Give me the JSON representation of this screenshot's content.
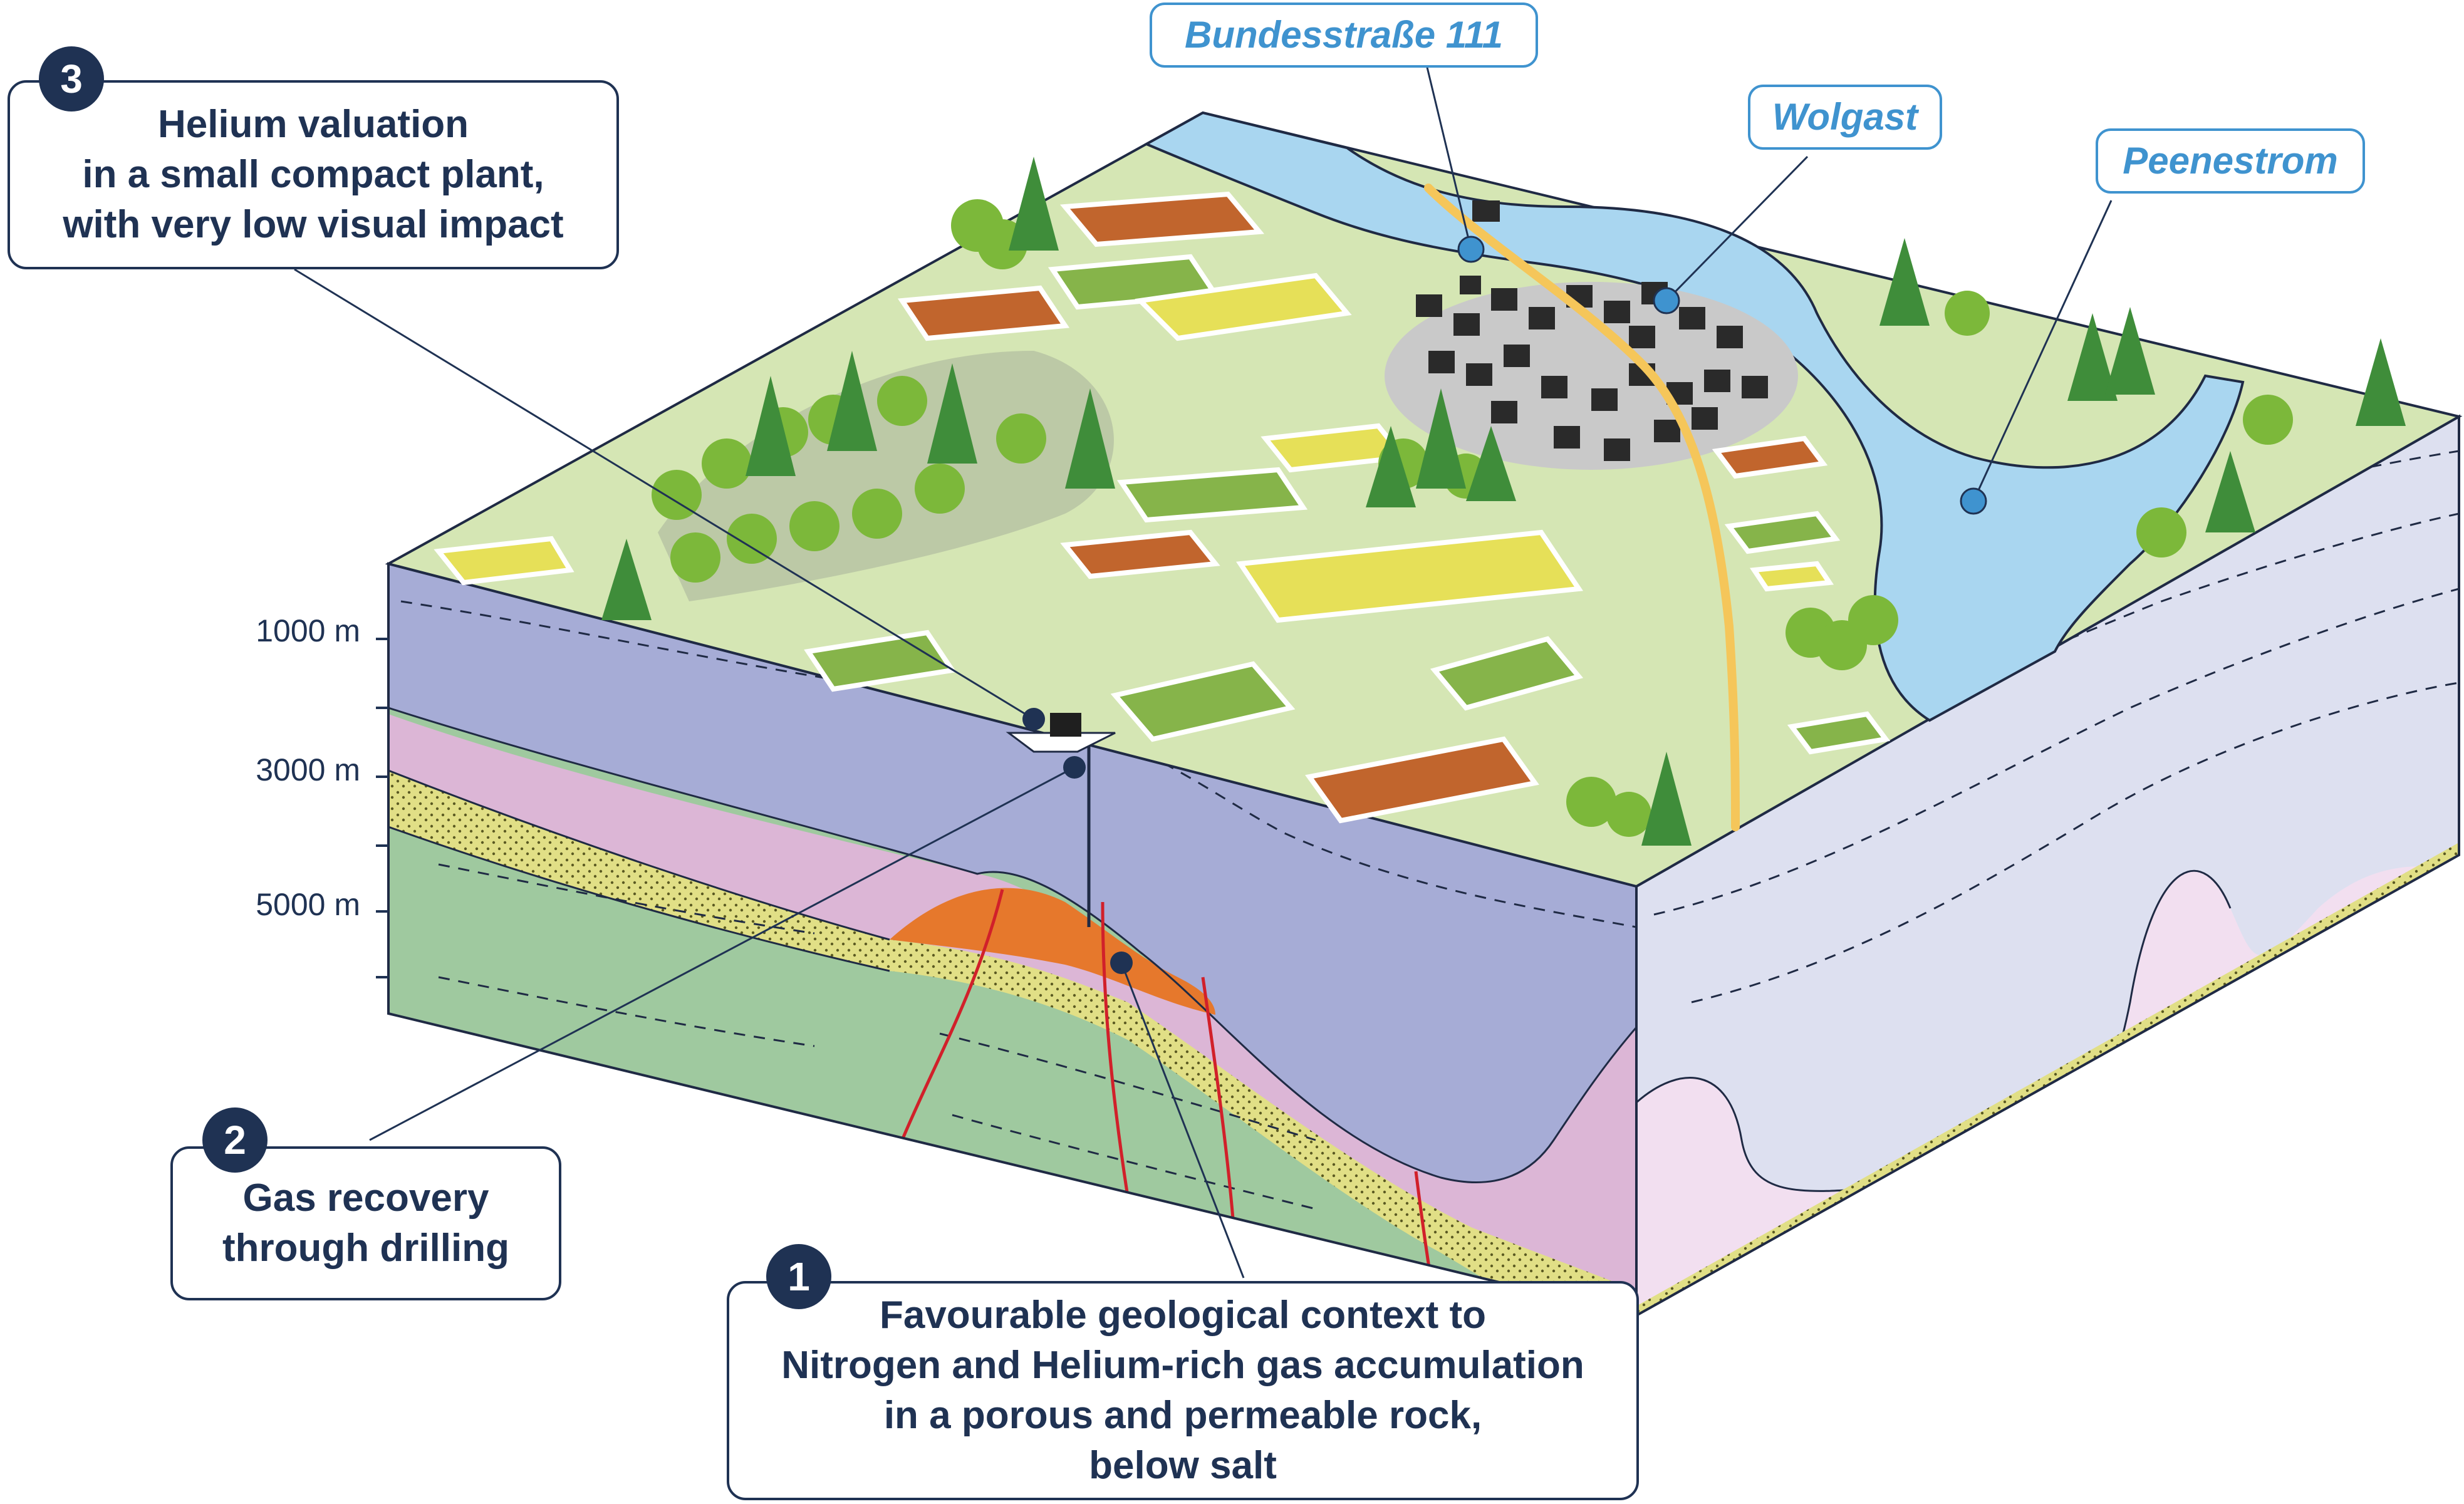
{
  "depth_labels": [
    "1000 m",
    "3000 m",
    "5000 m"
  ],
  "place_labels": {
    "road": "Bundesstraße 111",
    "town": "Wolgast",
    "river": "Peenestrom"
  },
  "callouts": [
    {
      "number": "1",
      "lines": [
        "Favourable geological context to",
        "Nitrogen and Helium-rich gas accumulation",
        "in a porous and permeable rock,",
        "below salt"
      ]
    },
    {
      "number": "2",
      "lines": [
        "Gas recovery",
        "through drilling"
      ]
    },
    {
      "number": "3",
      "lines": [
        "Helium valuation",
        "in a small compact plant,",
        "with very low visual impact"
      ]
    }
  ],
  "colors": {
    "accent_dark": "#1f3253",
    "accent_blue": "#3f93cf",
    "surface_grass": "#d5e6b4",
    "water": "#a9d6f0",
    "cover_layer": "#a6acd6",
    "salt_layer": "#dcb6d6",
    "reservoir_sand": "#e1df86",
    "basement": "#9fc99f",
    "gas_reservoir": "#e6782c",
    "faults": "#d1202a"
  }
}
